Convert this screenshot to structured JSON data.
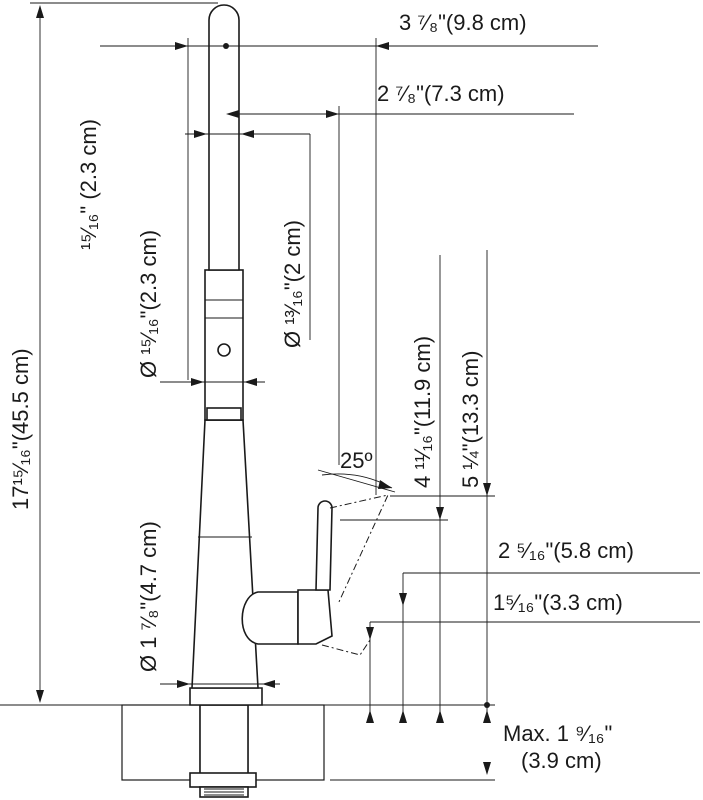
{
  "dimensions": {
    "total_height": "17¹⁵⁄₁₆\"(45.5 cm)",
    "reach": "3 ⁷⁄₈\"(9.8 cm)",
    "spout_offset": "2 ⁷⁄₈\"(7.3 cm)",
    "tip_width": "¹⁵⁄₁₆\" (2.3 cm)",
    "spout_diameter": "Ø ¹³⁄₁₆\"(2 cm)",
    "spray_head_diameter": "Ø ¹⁵⁄₁₆\"(2.3 cm)",
    "base_diameter": "Ø 1 ⁷⁄₈\"(4.7 cm)",
    "handle_angle": "25º",
    "handle_height": "4 ¹¹⁄₁₆\"(11.9 cm)",
    "lever_height": "5 ¼\"(13.3 cm)",
    "handle_offset_1": "2 ⁵⁄₁₆\"(5.8 cm)",
    "handle_offset_2": "1⁵⁄₁₆\"(3.3 cm)",
    "deck_thickness_line1": "Max. 1 ⁹⁄₁₆\"",
    "deck_thickness_line2": "(3.9 cm)"
  }
}
